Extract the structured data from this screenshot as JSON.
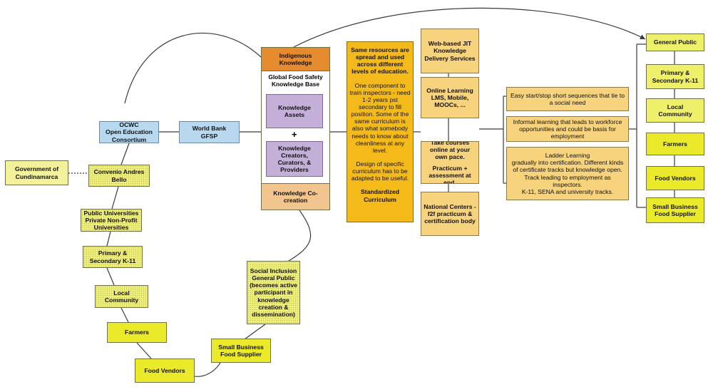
{
  "colors": {
    "line": "#3a3a3a",
    "light_yellow": "#eef06a",
    "yellow": "#eaea2a",
    "orange": "#e68a2e",
    "peach": "#f2c58f",
    "lavender": "#c4afd8",
    "blue": "#b8d8ef",
    "gold": "#f4ba1a",
    "tan": "#f6d37c"
  },
  "nodes": {
    "government": "Government of Cundinamarca",
    "convenio": "Convenio Andres Bello",
    "ocwc": "OCWC\nOpen Education Consortium",
    "world_bank": "World Bank\nGFSP",
    "universities": "Public Universities\nPrivate Non-Profit Universities",
    "primary_left": "Primary &\nSecondary K-11",
    "local_left": "Local\nCommunity",
    "farmers_left": "Farmers",
    "food_vendors_left": "Food Vendors",
    "small_business_left": "Small Business\nFood Supplier",
    "social_inclusion": "Social Inclusion General Public (becomes active participant in knowledge creation & dissemination)",
    "indigenous": "Indigenous Knowledge",
    "kb_title": "Global Food Safety Knowledge Base",
    "assets": "Knowledge Assets",
    "plus": "+",
    "creators": "Knowledge Creators, Curators, & Providers",
    "cocreation": "Knowledge Co-creation",
    "same_resources": {
      "p1": "Same resources are spread and used across different levels of education.",
      "p2": "One component to train inspectors - need 1-2 years pst secondary to fill position. Some of the same curriculum is also what somebody needs to know about cleanliness at any level.",
      "p3": "Design of specific curriculum has to be adapted to be useful.",
      "p4": "Standardized Curriculum"
    },
    "web_jit": "Web-based JIT Knowledge Delivery Services",
    "online_learning": "Online Learning LMS, Mobile, MOOCs, ...",
    "take_courses": {
      "p1": "Take courses online at your own pace.",
      "p2": "Practicum + assessment at end."
    },
    "national_centers": "National Centers - f2f practicum & certification body",
    "easy_start": "Easy start/stop short sequences that tie to a social need",
    "informal": "Informal learning that leads to workforce opportunities and could be basis for employment",
    "ladder": {
      "p1": "Ladder Learning",
      "p2": "gradually into certification. Different kinds of certificate tracks but knowledge open. Track leading to employment as inspectors.",
      "p3": "K-11, SENA and university tracks."
    },
    "general_public": "General Public",
    "primary_right": "Primary &\nSecondary K-11",
    "local_right": "Local\nCommunity",
    "farmers_right": "Farmers",
    "food_vendors_right": "Food Vendors",
    "small_business_right": "Small Business\nFood Supplier"
  }
}
